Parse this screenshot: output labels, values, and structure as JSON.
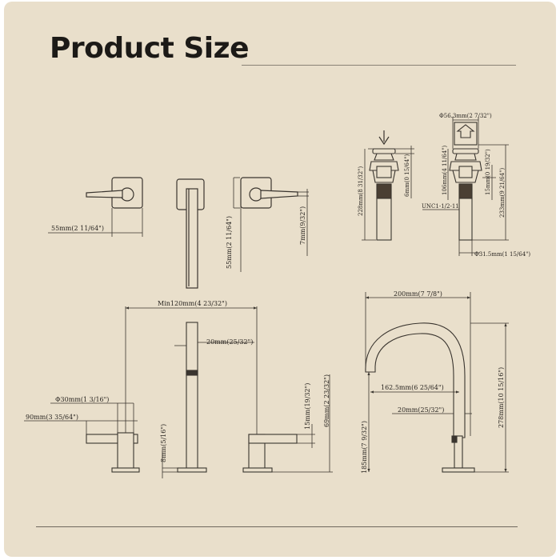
{
  "title": "Product Size",
  "colors": {
    "background": "#e9dfcb",
    "line": "#3a352f",
    "title": "#1c1a17"
  },
  "labels": {
    "handle_width": "55mm(2 11/64\")",
    "handle_height": "55mm(2 11/64\")",
    "plate_thickness": "7mm(9/32\")",
    "drain_top_dia": "Φ56.3mm(2 7/32\")",
    "drain_cap": "6mm(0 15/64\")",
    "drain_total_left": "228mm(8 31/32\")",
    "drain_body": "106mm(4 11/64\")",
    "drain_thread_len": "15mm(0 19/32\")",
    "drain_total_right": "233mm(9 21/64\")",
    "drain_thread": "UNC1-1/2-11",
    "drain_bottom_dia": "Φ31.5mm(1 15/64\")",
    "min_spread": "Min120mm(4 23/32\")",
    "spout_reach": "200mm(7 7/8\")",
    "spout_thickness": "20mm(25/32\")",
    "handle_base_dia": "Φ30mm(1 3/16\")",
    "handle_length": "90mm(3 35/64\")",
    "base_thickness": "8mm(5/16\")",
    "handle_lever_thick": "15mm(19/32\")",
    "handle_total_h": "69mm(2 23/32\")",
    "spout_inner_reach": "162.5mm(6 25/64\")",
    "spout_neck": "20mm(25/32\")",
    "spout_clearance": "185mm(7 9/32\")",
    "spout_total_h": "278mm(10 15/16\")"
  }
}
